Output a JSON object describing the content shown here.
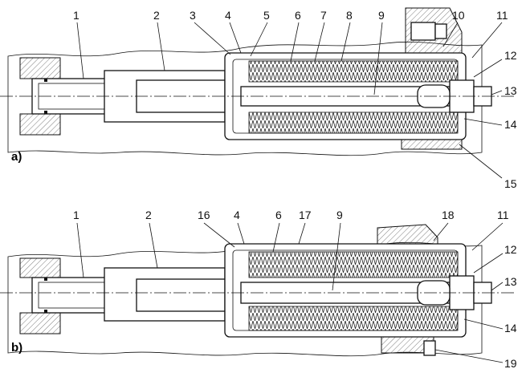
{
  "figure": {
    "panels": [
      {
        "id": "a",
        "label": "a)",
        "callouts": [
          "1",
          "2",
          "3",
          "4",
          "5",
          "6",
          "7",
          "8",
          "9",
          "10",
          "11",
          "12",
          "13",
          "14",
          "15"
        ]
      },
      {
        "id": "b",
        "label": "b)",
        "callouts": [
          "1",
          "2",
          "16",
          "4",
          "6",
          "17",
          "9",
          "18",
          "11",
          "12",
          "13",
          "14",
          "19"
        ]
      }
    ]
  }
}
